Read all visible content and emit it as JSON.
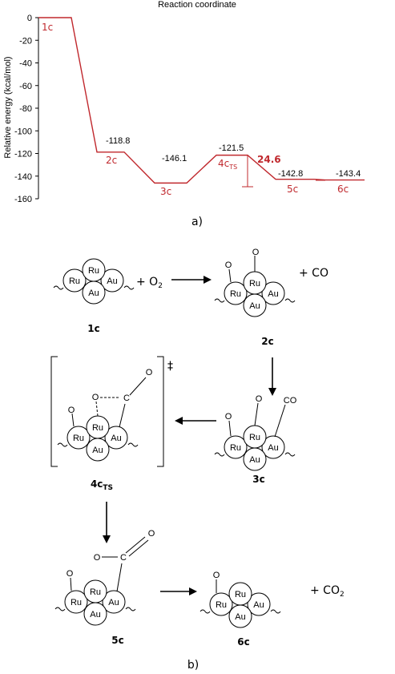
{
  "chart": {
    "title": "Reaction coordinate",
    "ylabel": "Relative energy (kcal/mol)",
    "yticks": [
      "0",
      "-20",
      "-40",
      "-60",
      "-80",
      "-100",
      "-120",
      "-140",
      "-160"
    ],
    "barrier_label": "24.6",
    "caption": "a)",
    "line_color": "#c0282d"
  },
  "chart_data": {
    "type": "line",
    "title": "Reaction coordinate",
    "ylabel": "Relative energy (kcal/mol)",
    "ylim": [
      -160,
      0
    ],
    "states": [
      {
        "label": "1c",
        "value": 0,
        "value_label": ""
      },
      {
        "label": "2c",
        "value": -118.8,
        "value_label": "-118.8"
      },
      {
        "label": "3c",
        "value": -146.1,
        "value_label": "-146.1"
      },
      {
        "label": "4c",
        "label_sub": "TS",
        "value": -121.5,
        "value_label": "-121.5"
      },
      {
        "label": "5c",
        "value": -142.8,
        "value_label": "-142.8"
      },
      {
        "label": "6c",
        "value": -143.4,
        "value_label": "-143.4"
      }
    ]
  },
  "scheme": {
    "caption": "b)",
    "reagents": {
      "o2": "+ O",
      "o2_sub": "2",
      "co": "+ CO",
      "co2": "+ CO",
      "co2_sub": "2"
    },
    "ts_mark": "‡",
    "atoms": {
      "ru": "Ru",
      "au": "Au",
      "o": "O",
      "c": "C",
      "co": "CO"
    },
    "names": {
      "c1": "1c",
      "c2": "2c",
      "c3": "3c",
      "c4": "4c",
      "c4_sub": "TS",
      "c5": "5c",
      "c6": "6c"
    }
  }
}
